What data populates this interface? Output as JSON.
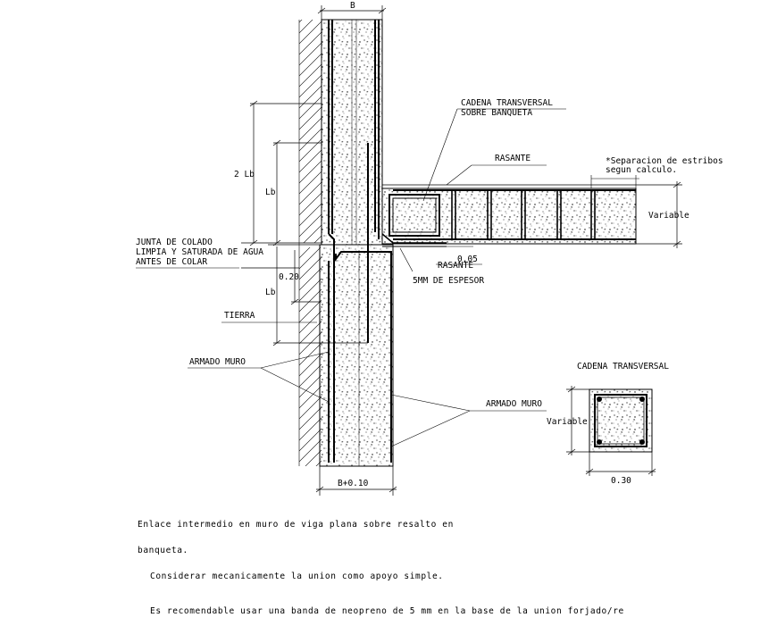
{
  "labels": {
    "dim_b": "B",
    "dim_b_plus": "B+0.10",
    "dim_2lb": "2 Lb",
    "dim_lb_upper": "Lb",
    "dim_lb_lower": "Lb",
    "dim_020": "0.20",
    "dim_005": "0.05",
    "dim_030": "0.30",
    "variable_slab": "Variable",
    "variable_section": "Variable",
    "cadena_transversal_1": "CADENA TRANSVERSAL",
    "cadena_transversal_2": "SOBRE BANQUETA",
    "rasante_top": "RASANTE",
    "rasante_bottom": "RASANTE",
    "separacion_1": "*Separacion de estribos",
    "separacion_2": "segun calculo.",
    "junta_1": "JUNTA DE COLADO",
    "junta_2": "LIMPIA Y SATURADA DE AGUA",
    "junta_3": "ANTES DE COLAR",
    "espesor": "5MM DE ESPESOR",
    "tierra": "TIERRA",
    "armado_muro_left": "ARMADO MURO",
    "armado_muro_right": "ARMADO MURO",
    "section_title": "CADENA TRANSVERSAL"
  },
  "notes": {
    "line1": "Enlace intermedio en muro de viga plana sobre resalto en",
    "line2": "banqueta.",
    "line3": "Considerar mecanicamente la union como apoyo simple.",
    "line4": "Es recomendable usar una banda de neopreno de 5 mm en la base de la union forjado/re"
  }
}
